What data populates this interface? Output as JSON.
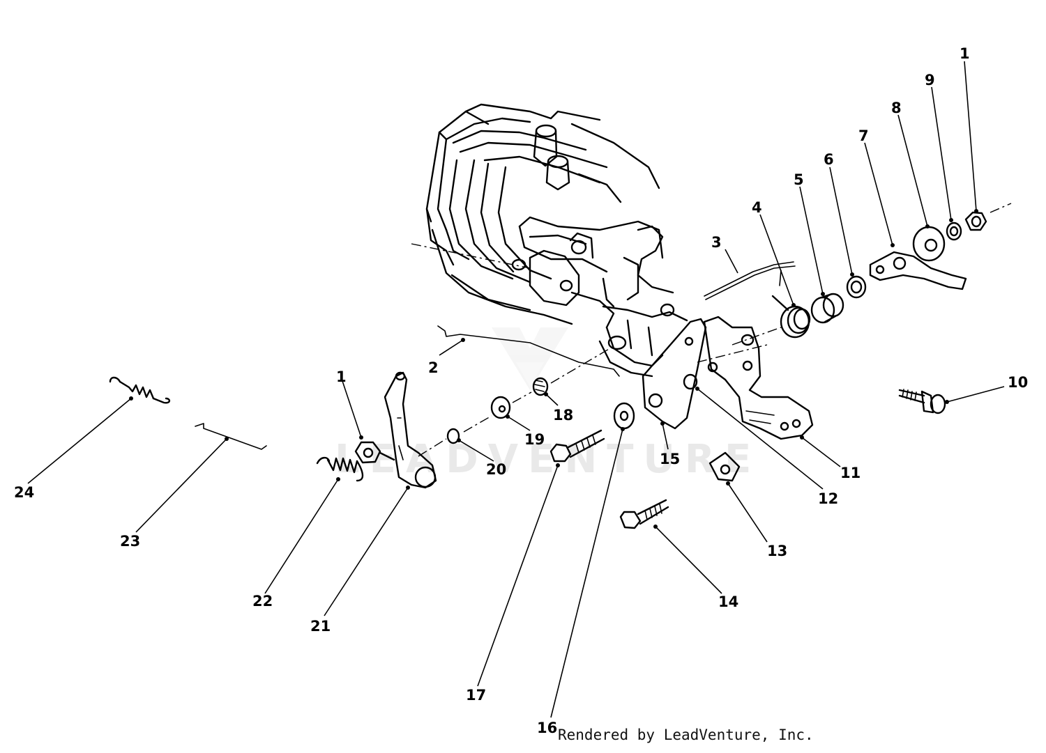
{
  "diagram": {
    "parts": [
      {
        "id": "label-1a",
        "text": "1"
      },
      {
        "id": "label-1b",
        "text": "1"
      },
      {
        "id": "label-2",
        "text": "2"
      },
      {
        "id": "label-3",
        "text": "3"
      },
      {
        "id": "label-4",
        "text": "4"
      },
      {
        "id": "label-5",
        "text": "5"
      },
      {
        "id": "label-6",
        "text": "6"
      },
      {
        "id": "label-7",
        "text": "7"
      },
      {
        "id": "label-8",
        "text": "8"
      },
      {
        "id": "label-9",
        "text": "9"
      },
      {
        "id": "label-10",
        "text": "10"
      },
      {
        "id": "label-11",
        "text": "11"
      },
      {
        "id": "label-12",
        "text": "12"
      },
      {
        "id": "label-13",
        "text": "13"
      },
      {
        "id": "label-14",
        "text": "14"
      },
      {
        "id": "label-15",
        "text": "15"
      },
      {
        "id": "label-16",
        "text": "16"
      },
      {
        "id": "label-17",
        "text": "17"
      },
      {
        "id": "label-18",
        "text": "18"
      },
      {
        "id": "label-19",
        "text": "19"
      },
      {
        "id": "label-20",
        "text": "20"
      },
      {
        "id": "label-21",
        "text": "21"
      },
      {
        "id": "label-22",
        "text": "22"
      },
      {
        "id": "label-23",
        "text": "23"
      },
      {
        "id": "label-24",
        "text": "24"
      }
    ],
    "watermark": "LEADVENTURE",
    "credit": "Rendered by LeadVenture, Inc."
  }
}
